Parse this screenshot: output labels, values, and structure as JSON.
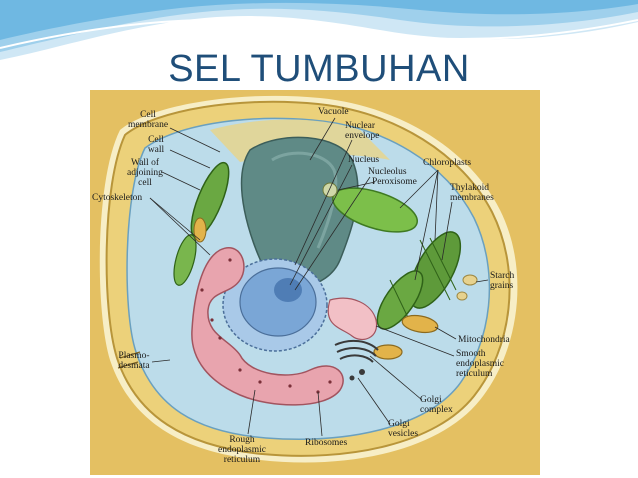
{
  "slide": {
    "title": "SEL TUMBUHAN"
  },
  "colors": {
    "title": "#1f4e79",
    "banner_light": "#cfe7f5",
    "banner_mid": "#7fc1e6",
    "cell_wall": "#e8c766",
    "cytoplasm": "#bcdcea",
    "vacuole": "#5f8a86",
    "chloroplast": "#5e9a3a",
    "rough_er": "#e8a4ae",
    "nucleus": "#7aa6d6"
  },
  "diagram": {
    "labels": {
      "cell_membrane": [
        "Cell",
        "membrane"
      ],
      "cell_wall": [
        "Cell",
        "wall"
      ],
      "wall_adjoining": [
        "Wall of",
        "adjoining",
        "cell"
      ],
      "cytoskeleton": "Cytoskeleton",
      "vacuole": "Vacuole",
      "nuclear_envelope": [
        "Nuclear",
        "envelope"
      ],
      "nucleus": "Nucleus",
      "nucleolus": "Nucleolus",
      "peroxisome": "Peroxisome",
      "chloroplasts": "Chloroplasts",
      "thylakoid": [
        "Thylakoid",
        "membranes"
      ],
      "starch": [
        "Starch",
        "grains"
      ],
      "mitochondria": "Mitochondria",
      "smooth_er": [
        "Smooth",
        "endoplasmic",
        "reticulum"
      ],
      "golgi_complex": [
        "Golgi",
        "complex"
      ],
      "golgi_vesicles": [
        "Golgi",
        "vesicles"
      ],
      "ribosomes": "Ribosomes",
      "rough_er": [
        "Rough",
        "endoplasmic",
        "reticulum"
      ],
      "plasmodesmata": [
        "Plasmo-",
        "desmata"
      ]
    }
  }
}
